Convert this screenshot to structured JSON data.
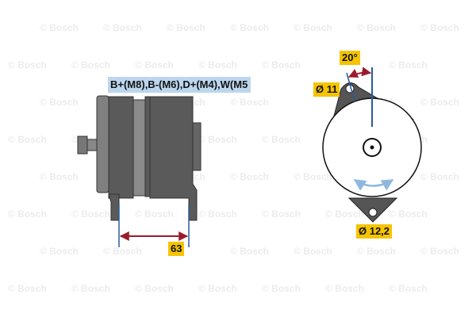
{
  "watermark": "© Bosch",
  "connections_label": "B+(M8),B-(M6),D+(M4),W(M5",
  "dimensions": {
    "foot_spacing": "63",
    "angle": "20°",
    "upper_hole": "Ø 11",
    "lower_hole": "Ø 12,2"
  },
  "colors": {
    "label_bg": "#f5c400",
    "connections_bg": "#bcd6ee",
    "dimension_line": "#2a5aa0",
    "arrow": "#9b1c2c",
    "body": "#5a5a5a"
  }
}
